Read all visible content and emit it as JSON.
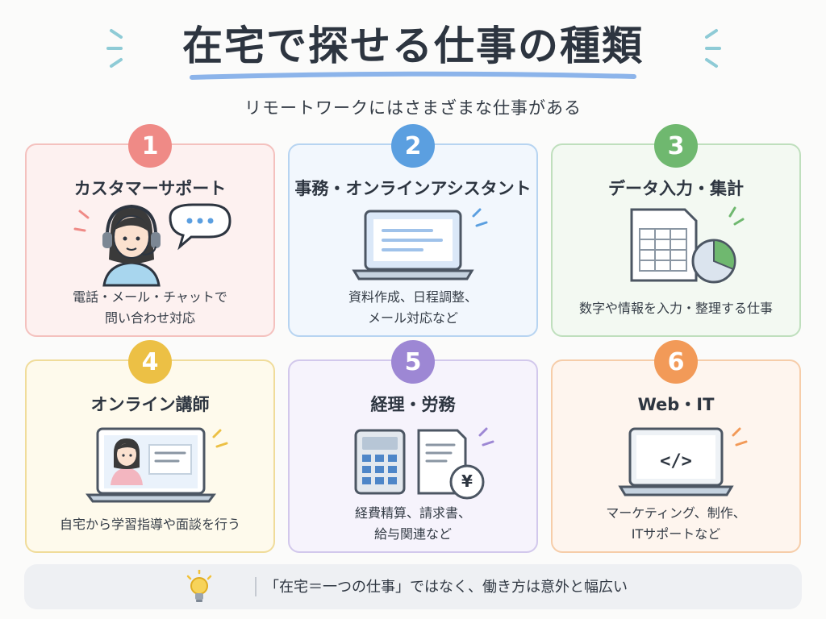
{
  "title": "在宅で探せる仕事の種類",
  "subtitle": "リモートワークにはさまざまな仕事がある",
  "cards": [
    {
      "number": "1",
      "title": "カスタマーサポート",
      "desc1": "電話・メール・チャットで",
      "desc2": "問い合わせ対応",
      "color": "#ef8a86",
      "bg": "#fdf1f0",
      "border": "#f4c1be",
      "icon": "headset-operator-icon"
    },
    {
      "number": "2",
      "title": "事務・オンラインアシスタント",
      "desc1": "資料作成、日程調整、",
      "desc2": "メール対応など",
      "color": "#5b9fe0",
      "bg": "#f2f7fd",
      "border": "#b7d4f1",
      "icon": "laptop-document-icon"
    },
    {
      "number": "3",
      "title": "データ入力・集計",
      "desc1": "数字や情報を入力・整理する仕事",
      "desc2": "",
      "color": "#6fb86f",
      "bg": "#f3f9f2",
      "border": "#bfdfbd",
      "icon": "spreadsheet-chart-icon"
    },
    {
      "number": "4",
      "title": "オンライン講師",
      "desc1": "自宅から学習指導や面談を行う",
      "desc2": "",
      "color": "#ecc045",
      "bg": "#fefaec",
      "border": "#f0dc9a",
      "icon": "online-teacher-icon"
    },
    {
      "number": "5",
      "title": "経理・労務",
      "desc1": "経費精算、請求書、",
      "desc2": "給与関連など",
      "color": "#9d87d4",
      "bg": "#f6f3fc",
      "border": "#d2c8ec",
      "icon": "calculator-invoice-icon"
    },
    {
      "number": "6",
      "title": "Web・IT",
      "desc1": "マーケティング、制作、",
      "desc2": "ITサポートなど",
      "color": "#f29a58",
      "bg": "#fef5ee",
      "border": "#f6cda9",
      "icon": "code-laptop-icon"
    }
  ],
  "yen_symbol": "¥",
  "code_symbol": "</>",
  "footer": "「在宅＝一つの仕事」ではなく、働き方は意外と幅広い"
}
